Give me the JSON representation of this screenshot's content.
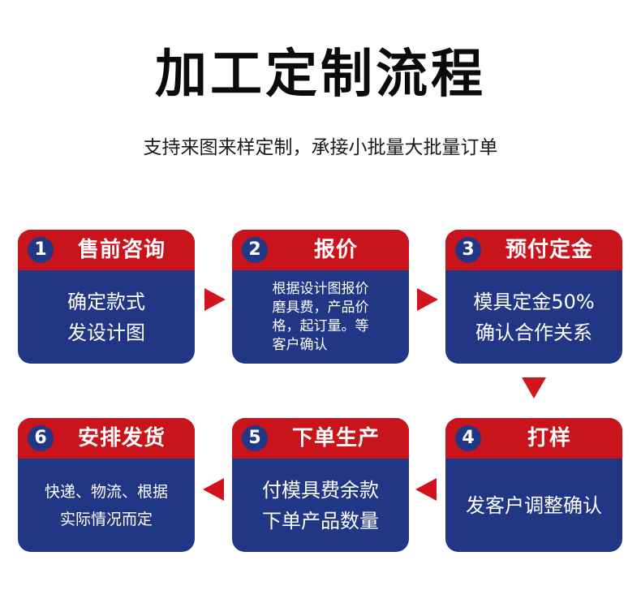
{
  "page": {
    "title": "加工定制流程",
    "subtitle": "支持来图来样定制，承接小批量大批量订单"
  },
  "steps": [
    {
      "number": "1",
      "title": "售前咨询",
      "body": "确定款式\n发设计图"
    },
    {
      "number": "2",
      "title": "报价",
      "body": "根据设计图报价\n磨具费，产品价\n格，起订量。等\n客户确认"
    },
    {
      "number": "3",
      "title": "预付定金",
      "body": "模具定金50%\n确认合作关系"
    },
    {
      "number": "4",
      "title": "打样",
      "body": "发客户调整确认"
    },
    {
      "number": "5",
      "title": "下单生产",
      "body": "付模具费余款\n下单产品数量"
    },
    {
      "number": "6",
      "title": "安排发货",
      "body": "快递、物流、根据\n实际情况而定"
    }
  ],
  "colors": {
    "card_blue": "#223686",
    "header_red": "#c9141c",
    "arrow_red": "#d2141c"
  }
}
